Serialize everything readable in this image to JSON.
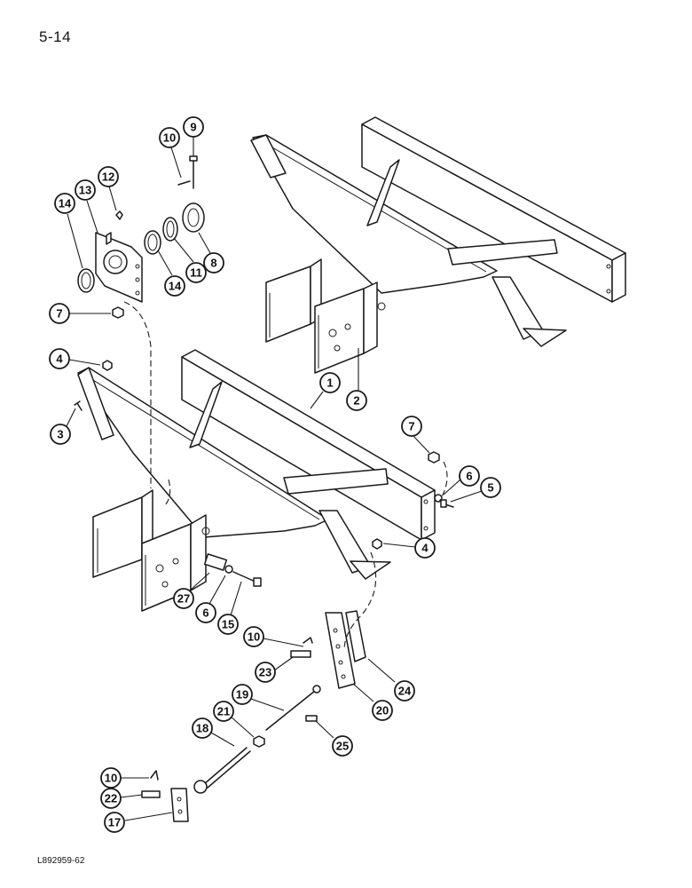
{
  "page_number": "5-14",
  "reference_code": "L892959-62",
  "callouts": [
    {
      "id": "c10a",
      "label": "10"
    },
    {
      "id": "c9",
      "label": "9"
    },
    {
      "id": "c12",
      "label": "12"
    },
    {
      "id": "c13",
      "label": "13"
    },
    {
      "id": "c14a",
      "label": "14"
    },
    {
      "id": "c14b",
      "label": "14"
    },
    {
      "id": "c11",
      "label": "11"
    },
    {
      "id": "c8",
      "label": "8"
    },
    {
      "id": "c7a",
      "label": "7"
    },
    {
      "id": "c4a",
      "label": "4"
    },
    {
      "id": "c3",
      "label": "3"
    },
    {
      "id": "c1",
      "label": "1"
    },
    {
      "id": "c2",
      "label": "2"
    },
    {
      "id": "c7b",
      "label": "7"
    },
    {
      "id": "c6a",
      "label": "6"
    },
    {
      "id": "c5",
      "label": "5"
    },
    {
      "id": "c4b",
      "label": "4"
    },
    {
      "id": "c27",
      "label": "27"
    },
    {
      "id": "c6b",
      "label": "6"
    },
    {
      "id": "c15",
      "label": "15"
    },
    {
      "id": "c10b",
      "label": "10"
    },
    {
      "id": "c23",
      "label": "23"
    },
    {
      "id": "c24",
      "label": "24"
    },
    {
      "id": "c19",
      "label": "19"
    },
    {
      "id": "c20",
      "label": "20"
    },
    {
      "id": "c21",
      "label": "21"
    },
    {
      "id": "c18",
      "label": "18"
    },
    {
      "id": "c25",
      "label": "25"
    },
    {
      "id": "c10c",
      "label": "10"
    },
    {
      "id": "c22",
      "label": "22"
    },
    {
      "id": "c17",
      "label": "17"
    }
  ]
}
